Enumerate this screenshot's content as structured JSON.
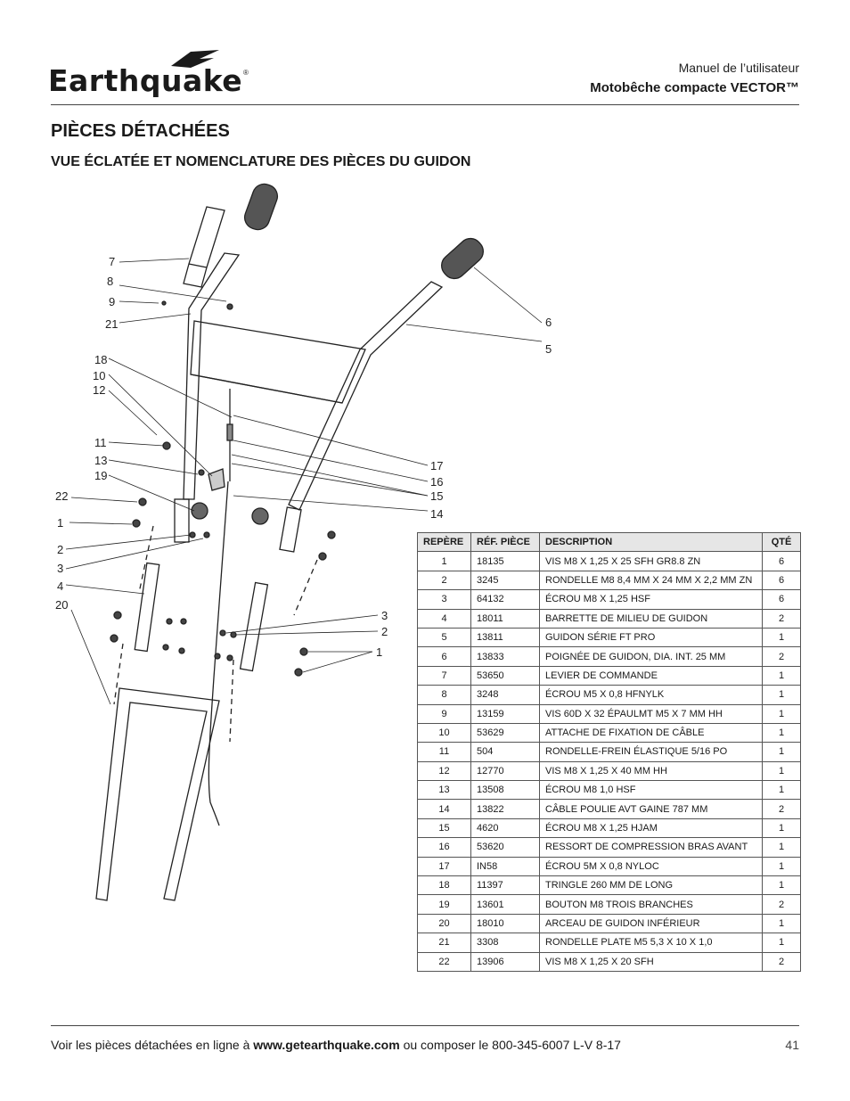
{
  "header": {
    "brand_logo_text": "Earthquake",
    "manual_title": "Manuel de l’utilisateur",
    "product_title": "Motobêche compacte VECTOR™"
  },
  "section_title": "PIÈCES DÉTACHÉES",
  "subsection_title": "VUE ÉCLATÉE ET NOMENCLATURE DES PIÈCES DU GUIDON",
  "diagram": {
    "callouts": [
      "7",
      "8",
      "9",
      "21",
      "18",
      "10",
      "12",
      "11",
      "13",
      "19",
      "22",
      "1",
      "2",
      "3",
      "4",
      "20",
      "6",
      "5",
      "17",
      "16",
      "15",
      "14",
      "3",
      "2",
      "1"
    ]
  },
  "table": {
    "headers": [
      "REPÈRE",
      "RÉF. PIÈCE",
      "DESCRIPTION",
      "QTÉ"
    ],
    "rows": [
      [
        "1",
        "18135",
        "VIS M8 X 1,25 X 25 SFH GR8.8 ZN",
        "6"
      ],
      [
        "2",
        "3245",
        "RONDELLE M8 8,4 MM X 24 MM X 2,2 MM ZN",
        "6"
      ],
      [
        "3",
        "64132",
        "ÉCROU M8 X 1,25 HSF",
        "6"
      ],
      [
        "4",
        "18011",
        "BARRETTE DE MILIEU DE GUIDON",
        "2"
      ],
      [
        "5",
        "13811",
        "GUIDON SÉRIE FT PRO",
        "1"
      ],
      [
        "6",
        "13833",
        "POIGNÉE DE GUIDON, DIA. INT. 25 MM",
        "2"
      ],
      [
        "7",
        "53650",
        "LEVIER DE COMMANDE",
        "1"
      ],
      [
        "8",
        "3248",
        "ÉCROU M5 X 0,8 HFNYLK",
        "1"
      ],
      [
        "9",
        "13159",
        "VIS 60D X 32 ÉPAULMT M5 X 7 MM HH",
        "1"
      ],
      [
        "10",
        "53629",
        "ATTACHE DE FIXATION DE CÂBLE",
        "1"
      ],
      [
        "11",
        "504",
        "RONDELLE-FREIN ÉLASTIQUE 5/16 PO",
        "1"
      ],
      [
        "12",
        "12770",
        "VIS M8 X 1,25 X 40 MM HH",
        "1"
      ],
      [
        "13",
        "13508",
        "ÉCROU M8 1,0 HSF",
        "1"
      ],
      [
        "14",
        "13822",
        "CÂBLE POULIE AVT GAINE 787 MM",
        "2"
      ],
      [
        "15",
        "4620",
        "ÉCROU M8 X 1,25 HJAM",
        "1"
      ],
      [
        "16",
        "53620",
        "RESSORT DE COMPRESSION BRAS AVANT",
        "1"
      ],
      [
        "17",
        "IN58",
        "ÉCROU 5M X 0,8 NYLOC",
        "1"
      ],
      [
        "18",
        "11397",
        "TRINGLE 260 MM DE LONG",
        "1"
      ],
      [
        "19",
        "13601",
        "BOUTON M8 TROIS BRANCHES",
        "2"
      ],
      [
        "20",
        "18010",
        "ARCEAU DE GUIDON INFÉRIEUR",
        "1"
      ],
      [
        "21",
        "3308",
        "RONDELLE PLATE M5 5,3 X 10 X 1,0",
        "1"
      ],
      [
        "22",
        "13906",
        "VIS M8 X 1,25 X 20 SFH",
        "2"
      ]
    ]
  },
  "footer": {
    "text_before": "Voir les pièces détachées en ligne à ",
    "url": "www.getearthquake.com",
    "text_after": " ou composer le 800-345-6007 L-V 8-17",
    "page_number": "41"
  }
}
